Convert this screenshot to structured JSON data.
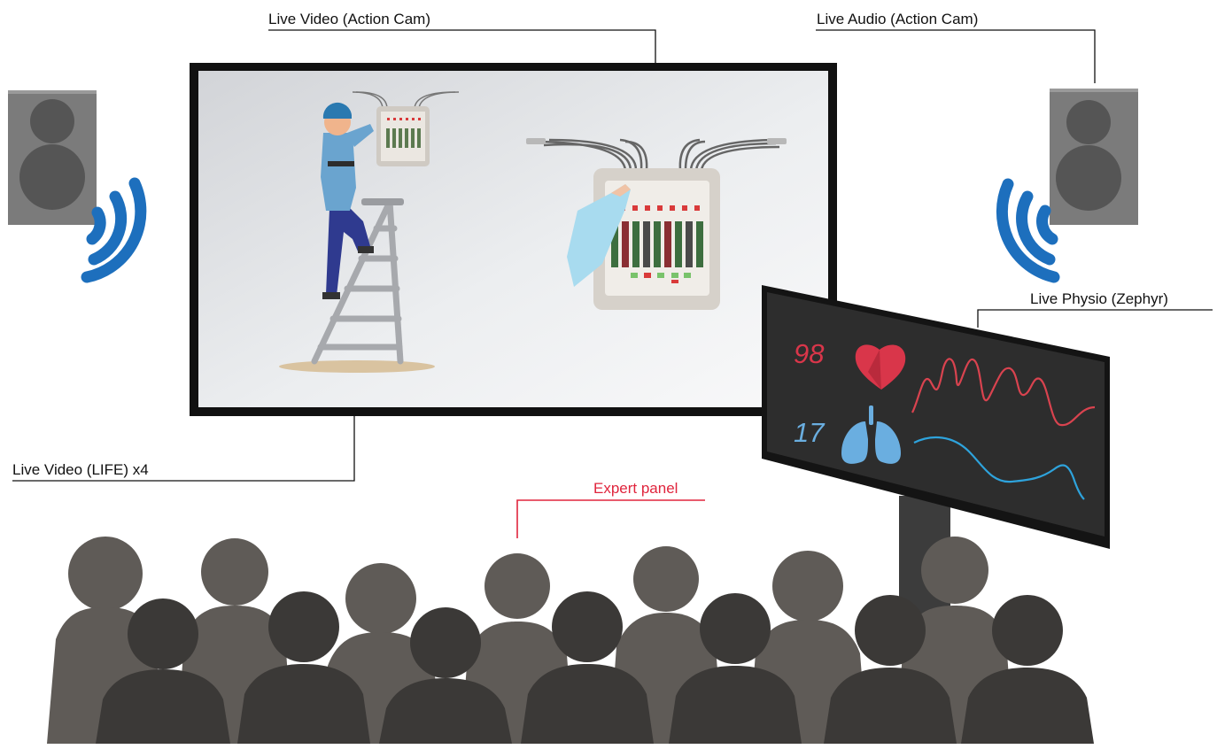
{
  "labels": {
    "video_action_cam": "Live Video (Action Cam)",
    "audio_action_cam": "Live Audio (Action Cam)",
    "physio": "Live Physio (Zephyr)",
    "video_life": "Live Video (LIFE) x4",
    "expert_panel": "Expert panel"
  },
  "vitals": {
    "heart_rate": "98",
    "respiration_rate": "17"
  },
  "colors": {
    "label_text": "#111111",
    "expert_panel": "#e0253d",
    "heart": "#d9364a",
    "lungs": "#6aaee0",
    "heart_wave": "#d9434f",
    "breath_wave": "#2ea3dc",
    "speaker_waves": "#1d6fbd",
    "audience_back": "#5f5b57",
    "audience_front": "#3b3937"
  },
  "icons": [
    "speaker-icon",
    "sound-waves-icon",
    "heart-icon",
    "lungs-icon",
    "electrician-figure",
    "fuse-box-icon",
    "audience-silhouettes"
  ]
}
